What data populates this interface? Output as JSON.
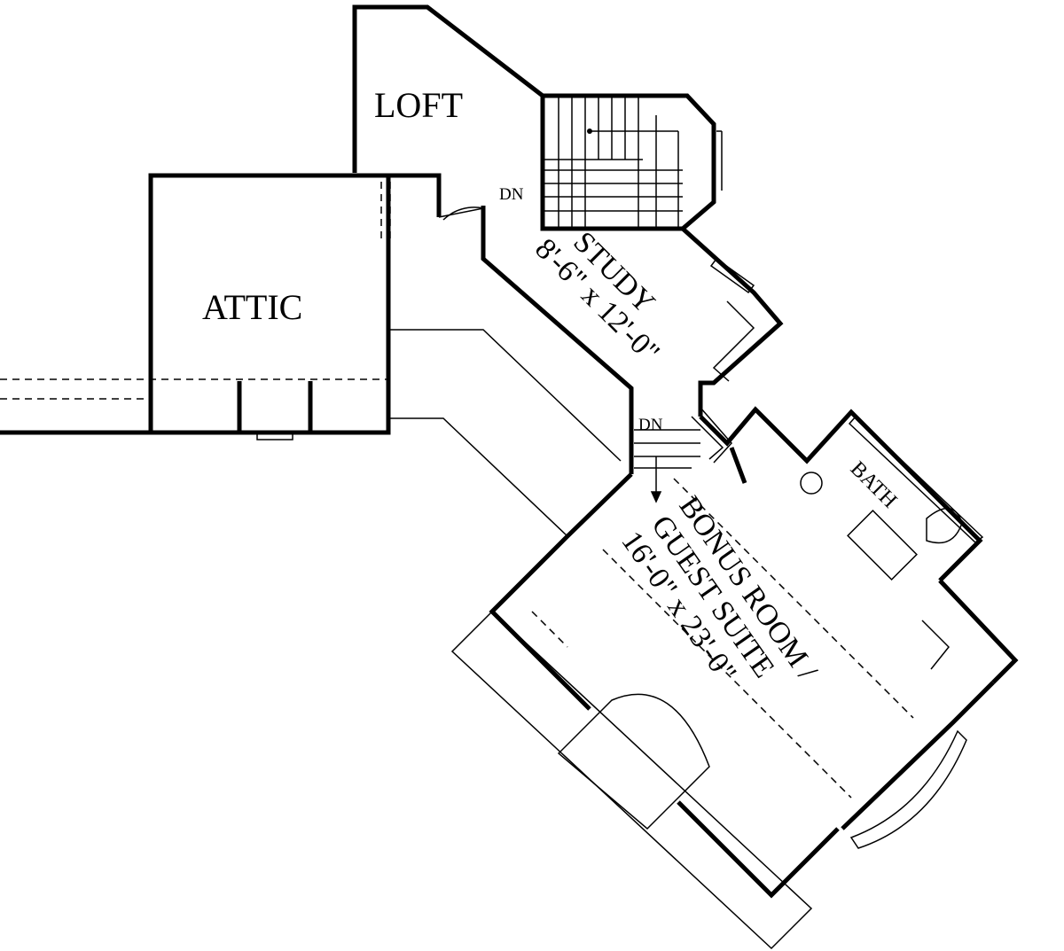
{
  "rooms": {
    "loft": {
      "name": "LOFT"
    },
    "attic": {
      "name": "ATTIC"
    },
    "study": {
      "name": "STUDY",
      "dimensions": "8'-6\" x 12'-0\""
    },
    "bath": {
      "name": "BATH"
    },
    "bonus": {
      "name_line1": "BONUS ROOM /",
      "name_line2": "GUEST SUITE",
      "dimensions": "16'-0\" x 23'-0\""
    }
  },
  "labels": {
    "stair_down_upper": "DN",
    "stair_down_lower": "DN"
  }
}
